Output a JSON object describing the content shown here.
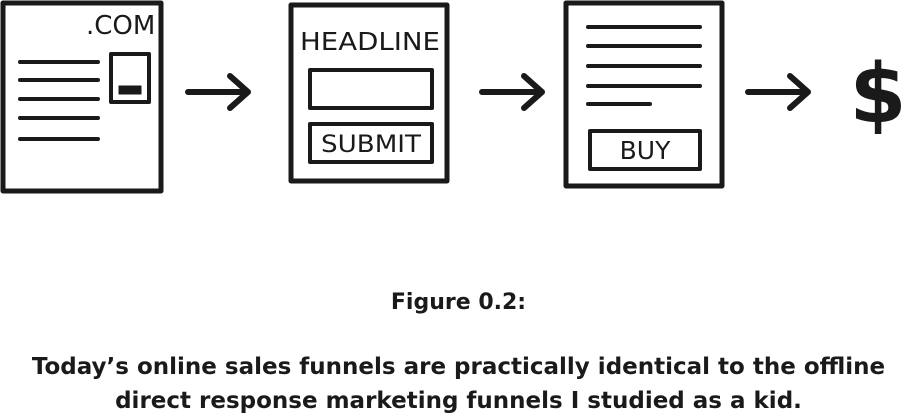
{
  "diagram": {
    "stages": [
      {
        "label": ".COM"
      },
      {
        "label": "HEADLINE",
        "button": "SUBMIT"
      },
      {
        "label": "",
        "button": "BUY"
      }
    ],
    "result_symbol": "$"
  },
  "caption": {
    "label": "Figure 0.2:",
    "line1": "Today’s online sales funnels are practically identical to the offline",
    "line2": "direct response marketing funnels I studied as a kid."
  }
}
